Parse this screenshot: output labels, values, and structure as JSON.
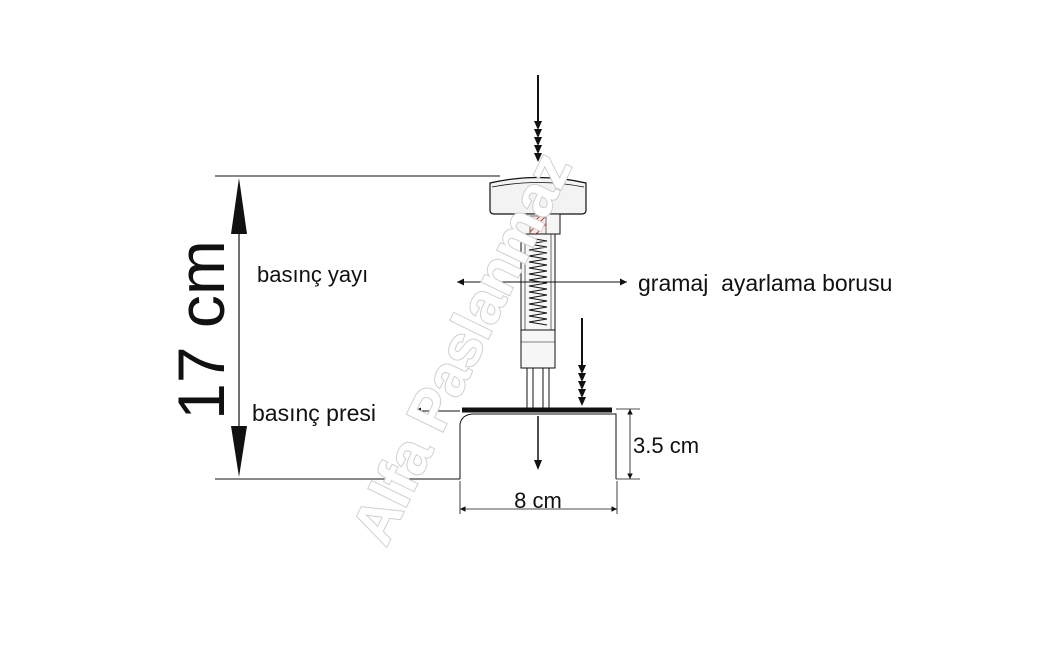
{
  "labels": {
    "height": "17 cm",
    "spring": "basınç yayı",
    "adjust_tube": "gramaj  ayarlama borusu",
    "press": "basınç presi",
    "base_height": "3.5 cm",
    "base_width": "8 cm"
  },
  "watermark": "Alfa Paslanmaz",
  "colors": {
    "line": "#111111",
    "spring_hatch": "#c0392b",
    "watermark_fill": "#ffffff",
    "watermark_outline": "#cfcfcf"
  }
}
